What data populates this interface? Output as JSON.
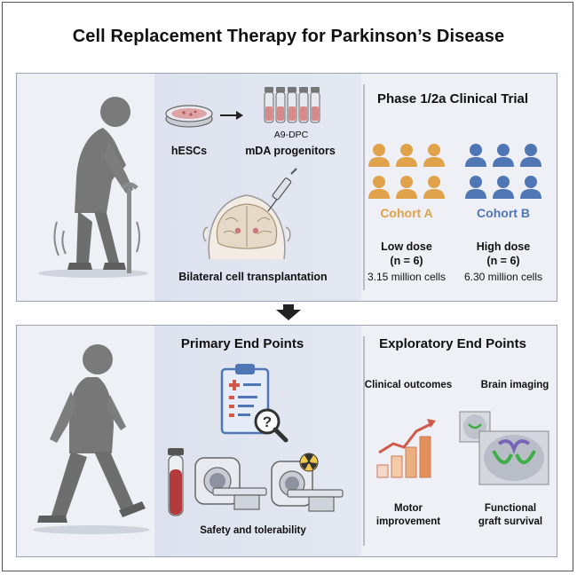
{
  "title": "Cell Replacement Therapy for Parkinson’s Disease",
  "top_panel": {
    "hescs_label": "hESCs",
    "a9_label": "A9-DPC",
    "mda_label": "mDA progenitors",
    "transplant_label": "Bilateral cell transplantation",
    "trial_title": "Phase 1/2a Clinical Trial",
    "cohort_a": {
      "name": "Cohort A",
      "dose": "Low dose",
      "n": "(n = 6)",
      "cells": "3.15 million cells",
      "color": "#e0a24a"
    },
    "cohort_b": {
      "name": "Cohort B",
      "dose": "High dose",
      "n": "(n = 6)",
      "cells": "6.30 million cells",
      "color": "#4f76b5"
    }
  },
  "bottom_panel": {
    "primary_title": "Primary End Points",
    "safety_label": "Safety and tolerability",
    "exploratory_title": "Exploratory End Points",
    "clinical_outcomes": "Clinical outcomes",
    "brain_imaging": "Brain imaging",
    "motor_line1": "Motor",
    "motor_line2": "improvement",
    "graft_line1": "Functional",
    "graft_line2": "graft survival"
  },
  "icons": [
    "elderly-person-with-cane-icon",
    "petri-dish-icon",
    "progenitor-vials-icon",
    "brain-head-icon",
    "syringe-icon",
    "person-group-icon",
    "down-arrow-icon",
    "walking-person-icon",
    "clipboard-icon",
    "magnifier-question-icon",
    "blood-tube-icon",
    "mri-scanner-icon",
    "pet-scanner-icon",
    "radiation-icon",
    "growth-chart-icon",
    "brain-scan-icon"
  ]
}
